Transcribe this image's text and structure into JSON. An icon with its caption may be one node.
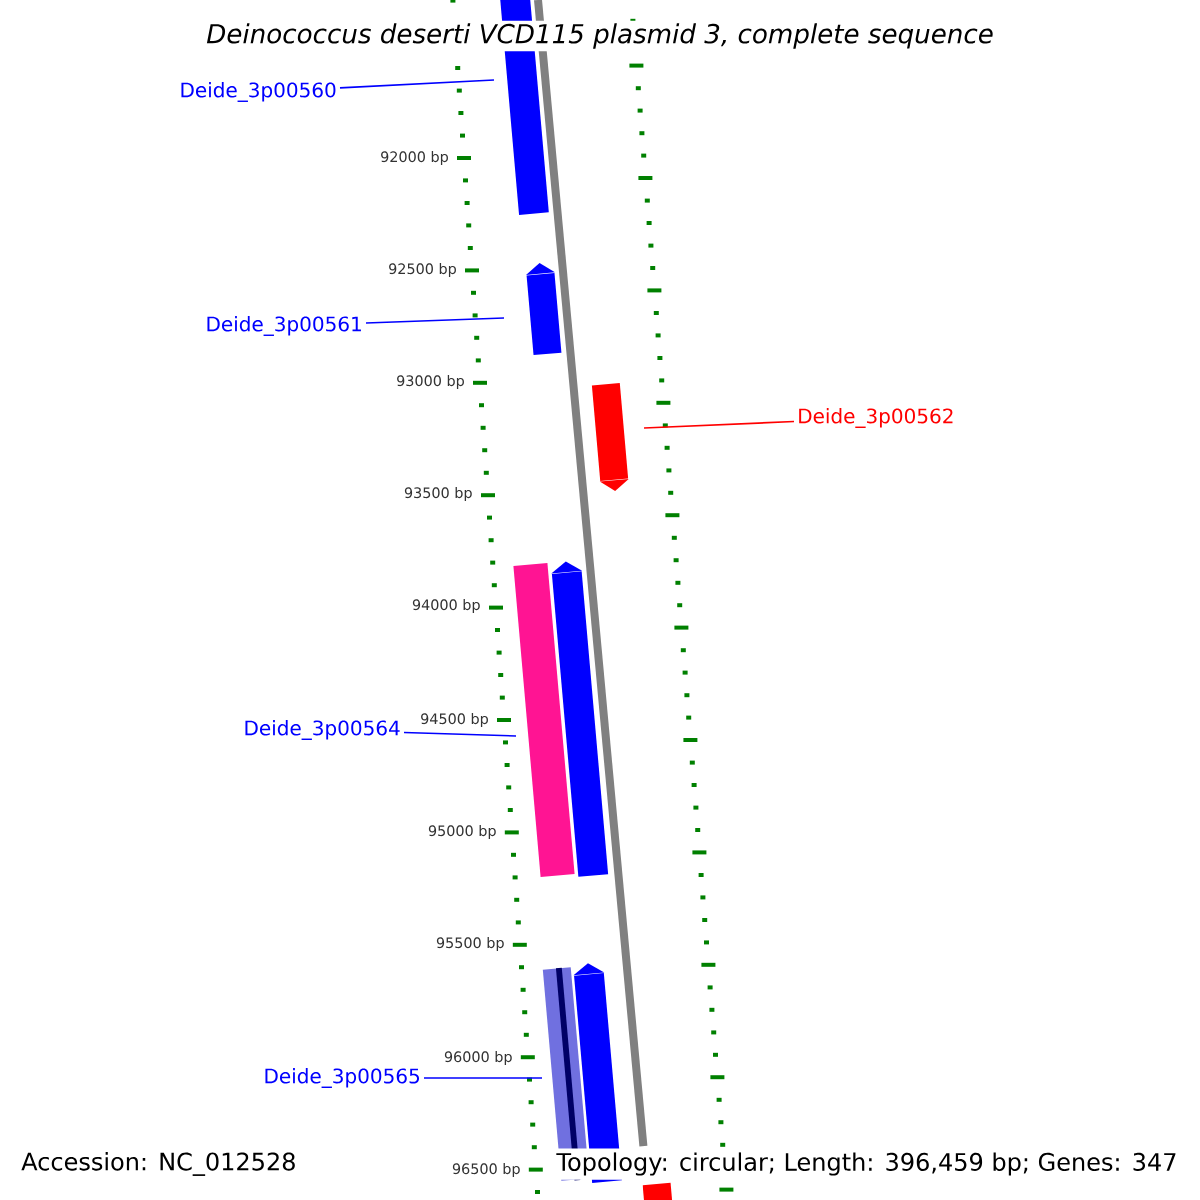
{
  "diagram": {
    "title": "Deinococcus deserti VCD115 plasmid 3, complete sequence",
    "nodes": [
      {
        "text": [
          "Deide_3p00560"
        ]
      },
      {
        "text": [
          "Deide_3p00561"
        ]
      },
      {
        "text": [
          "Deide_3p00562"
        ]
      },
      {
        "text": [
          "Deide_3p00564"
        ]
      },
      {
        "text": [
          "Deide_3p00565"
        ]
      }
    ],
    "edges": [
      {
        "from": 0,
        "to": null,
        "arrow": "none"
      },
      {
        "from": 1,
        "to": null,
        "arrow": "none"
      },
      {
        "from": 2,
        "to": null,
        "arrow": "none",
        "color": "#ff0000"
      },
      {
        "from": 3,
        "to": null,
        "arrow": "none"
      },
      {
        "from": 4,
        "to": null,
        "arrow": "none"
      }
    ],
    "labels": [
      "92000 bp",
      "92500 bp",
      "93000 bp",
      "93500 bp",
      "94000 bp",
      "94500 bp",
      "95000 bp",
      "95500 bp",
      "96000 bp",
      "96500 bp",
      "Accession: NC_012528",
      "Topology: circular; Length: 396,459 bp; Genes: 347"
    ]
  }
}
